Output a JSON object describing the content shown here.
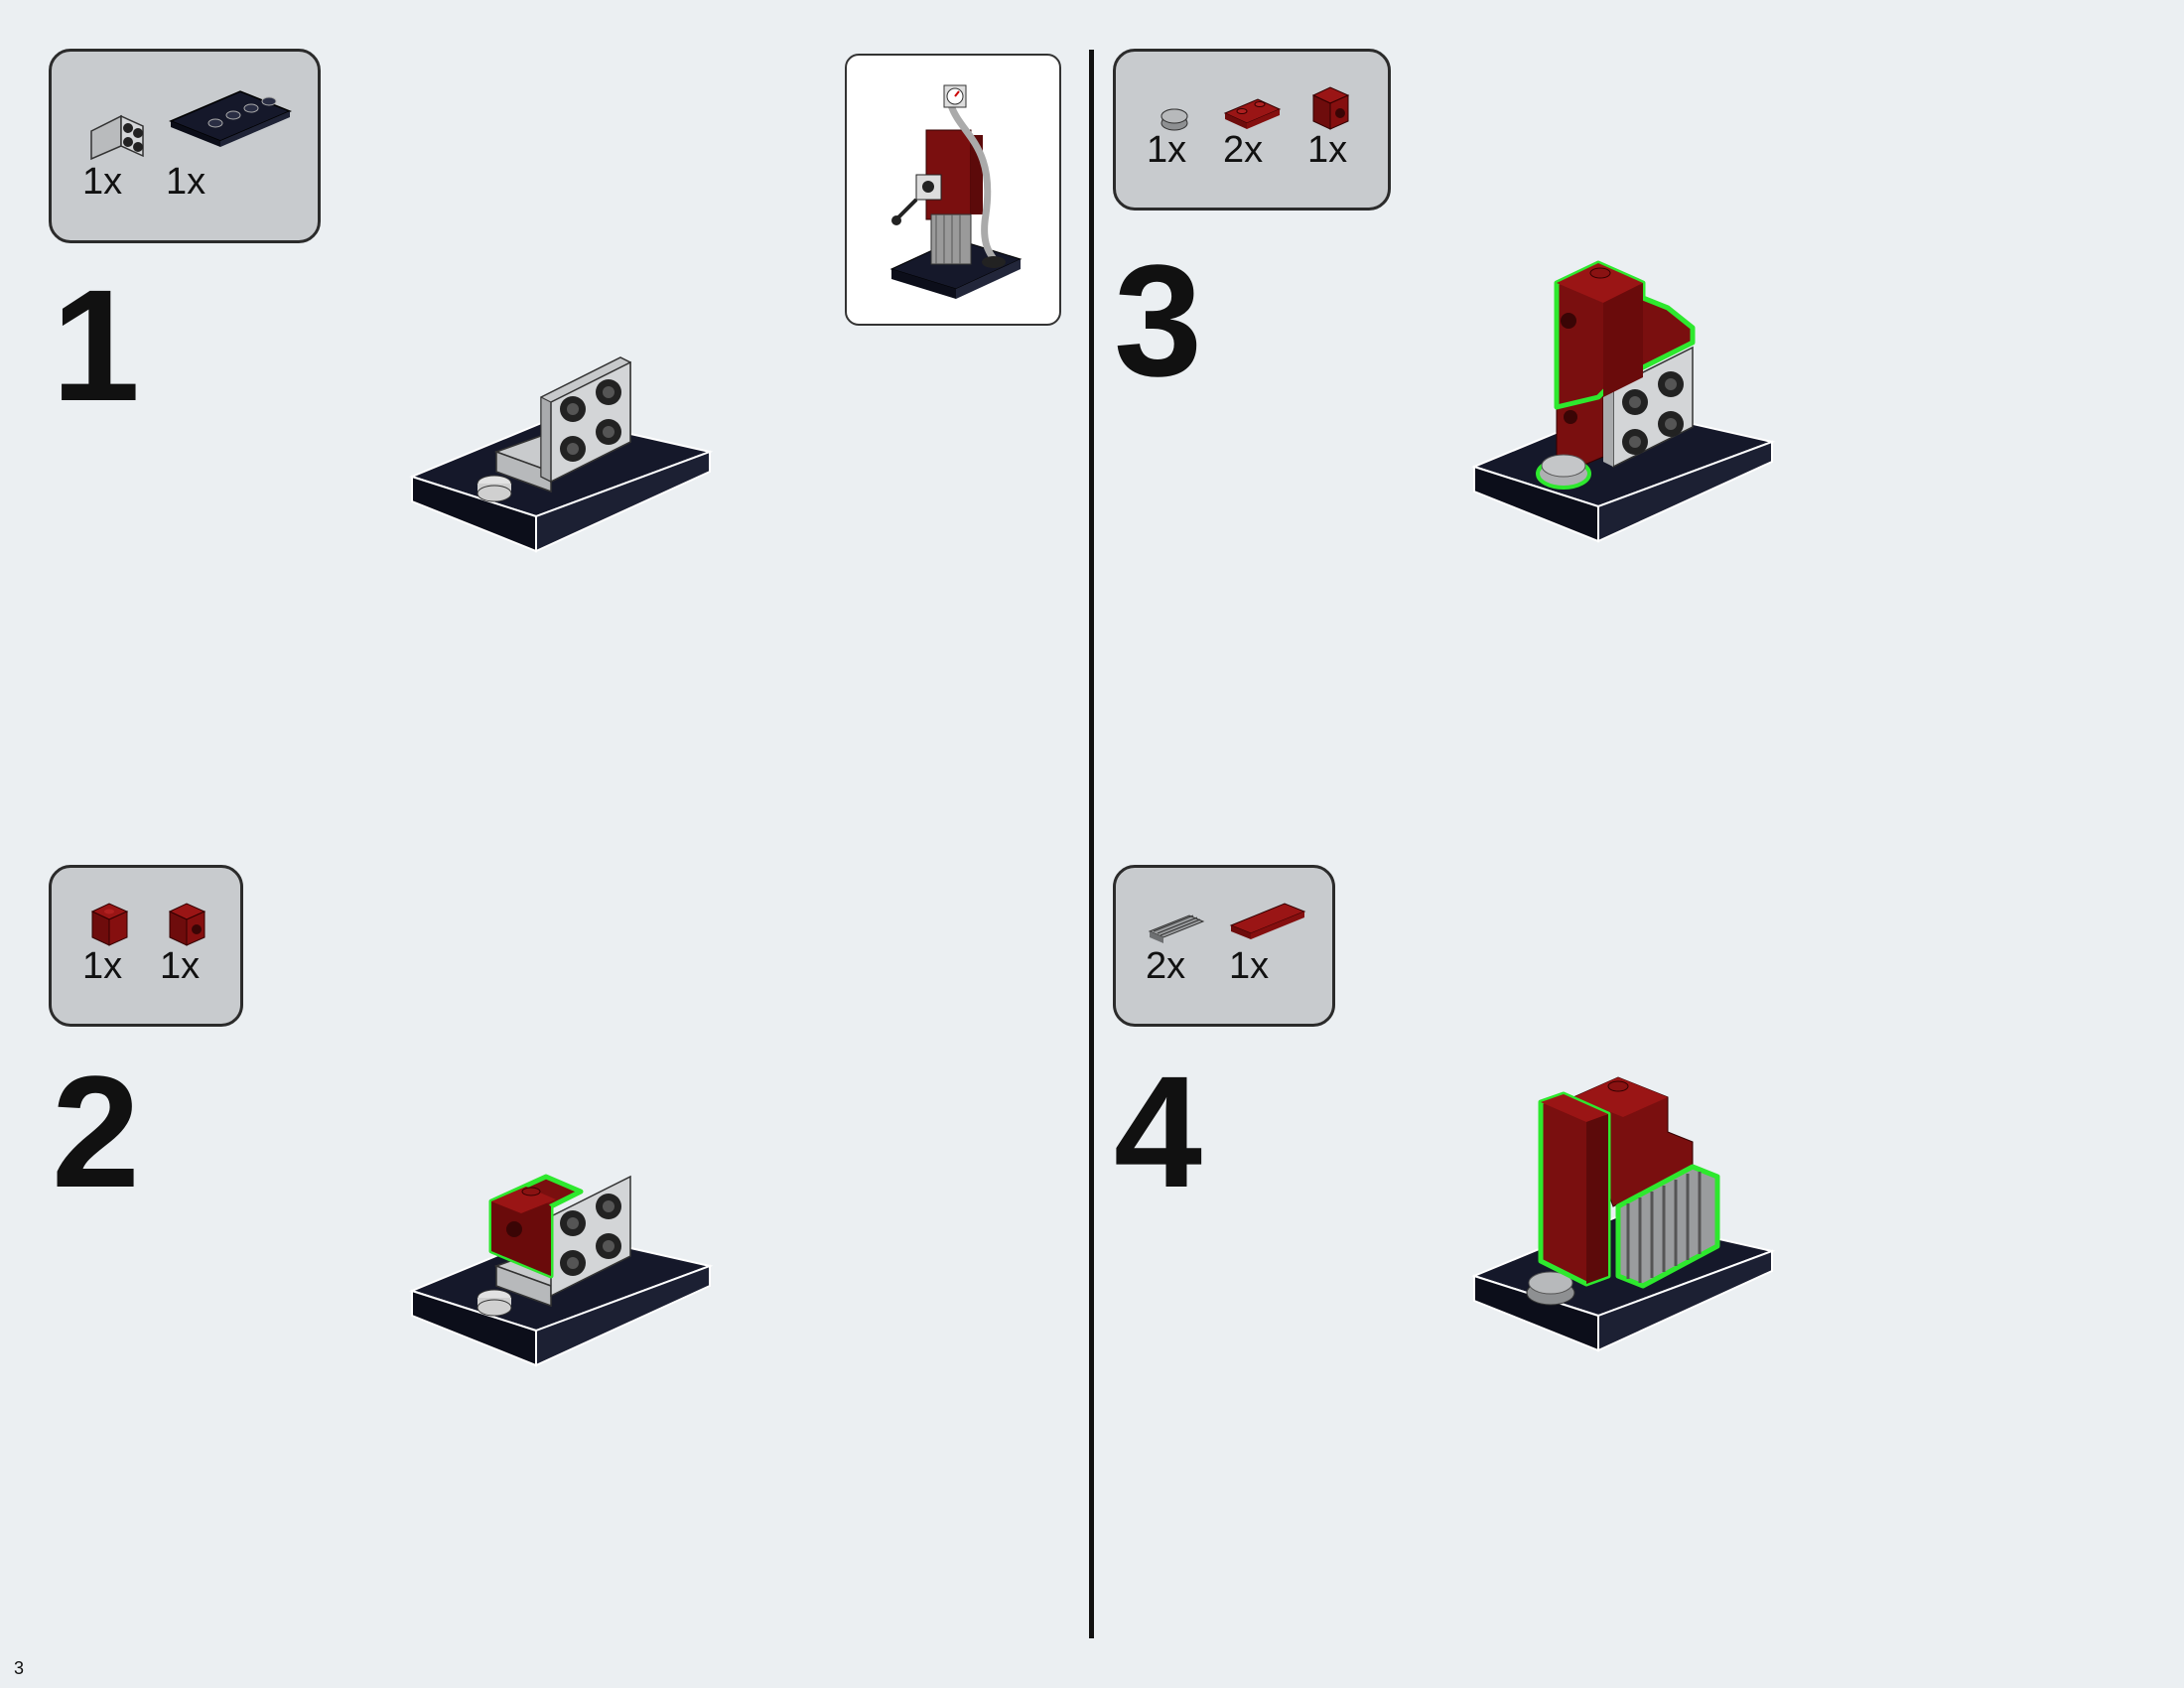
{
  "steps": [
    {
      "number": "1",
      "parts": [
        {
          "qty": "1x",
          "part_icon": "gray-angle-bracket-icon"
        },
        {
          "qty": "1x",
          "part_icon": "black-plate-icon"
        }
      ]
    },
    {
      "number": "2",
      "parts": [
        {
          "qty": "1x",
          "part_icon": "red-brick-icon"
        },
        {
          "qty": "1x",
          "part_icon": "red-brick-side-stud-icon"
        }
      ]
    },
    {
      "number": "3",
      "parts": [
        {
          "qty": "1x",
          "part_icon": "gray-round-tile-icon"
        },
        {
          "qty": "2x",
          "part_icon": "red-plate-icon"
        },
        {
          "qty": "1x",
          "part_icon": "red-brick-side-stud-icon"
        }
      ]
    },
    {
      "number": "4",
      "parts": [
        {
          "qty": "2x",
          "part_icon": "gray-grille-tile-icon"
        },
        {
          "qty": "1x",
          "part_icon": "red-tile-icon"
        }
      ]
    }
  ],
  "page_number": "3",
  "colors": {
    "background": "#ebeff2",
    "parts_box": "#c8cbce",
    "dark_red": "#7a0f0f",
    "black_plate": "#15182a",
    "light_gray": "#c5c7c9",
    "highlight_green": "#2ee82e"
  }
}
